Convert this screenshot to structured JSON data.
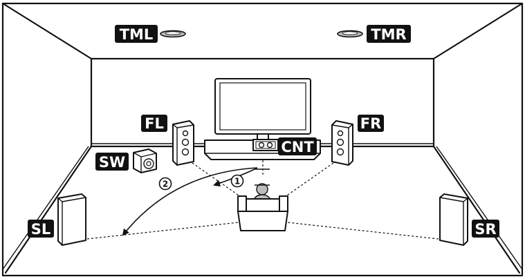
{
  "speakers": {
    "tml": "TML",
    "tmr": "TMR",
    "fl": "FL",
    "fr": "FR",
    "sw": "SW",
    "cnt": "CNT",
    "sl": "SL",
    "sr": "SR"
  },
  "markers": {
    "one": "1",
    "two": "2"
  }
}
